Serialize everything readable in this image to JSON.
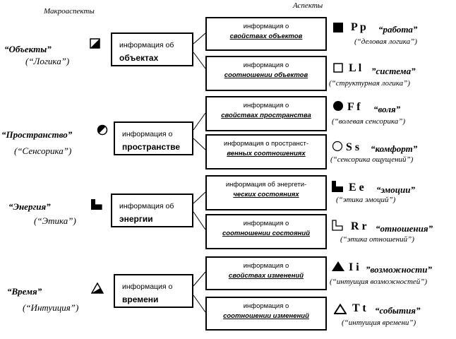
{
  "headers": {
    "macro": "Макроаспекты",
    "aspects": "Аспекты"
  },
  "macro": [
    {
      "name": "“Объекты”",
      "type": "(“Логика”)",
      "icon": "square-half-black-icon",
      "box_l1": "информация об",
      "box_l2": "объектах"
    },
    {
      "name": "“Пространство”",
      "type": "(“Сенсорика”)",
      "icon": "circle-half-black-icon",
      "box_l1": "информация о",
      "box_l2": "пространстве"
    },
    {
      "name": "“Энергия”",
      "type": "(“Этика”)",
      "icon": "l-shape-half-black-icon",
      "box_l1": "информация об",
      "box_l2": "энергии"
    },
    {
      "name": "“Время”",
      "type": "(“Интуиция”)",
      "icon": "triangle-half-black-icon",
      "box_l1": "информация о",
      "box_l2": "времени"
    }
  ],
  "aspects": [
    {
      "l1": "информация о",
      "l2": "свойствах объектов",
      "icon": "filled-square-icon",
      "code": "P p",
      "name": "“работа”",
      "type": "(“деловая логика”)"
    },
    {
      "l1": "информация о",
      "l2": "соотношении объектов",
      "icon": "outline-square-icon",
      "code": "L l",
      "name": "”система”",
      "type": "(“структурная логика”)"
    },
    {
      "l1": "информация о",
      "l2": "свойствах пространства",
      "icon": "filled-circle-icon",
      "code": "F f",
      "name": "“воля”",
      "type": "(“волевая сенсорика”)"
    },
    {
      "l1": "информация о пространст-",
      "l2": "венных соотношениях",
      "icon": "outline-circle-icon",
      "code": "S s",
      "name": "“комфорт”",
      "type": "(“сенсорика ощущений”)"
    },
    {
      "l1": "информация об энергети-",
      "l2": "ческих состояниях",
      "icon": "filled-l-shape-icon",
      "code": "E e",
      "name": "“эмоции”",
      "type": "(“этика эмоций”)"
    },
    {
      "l1": "информация о",
      "l2": "соотношении состояний",
      "icon": "outline-l-shape-icon",
      "code": "R r",
      "name": "“отношения”",
      "type": "(“этика отношений”)"
    },
    {
      "l1": "информация о",
      "l2": "свойствах изменений",
      "icon": "filled-triangle-icon",
      "code": "I i",
      "name": "”возможности”",
      "type": "(“интуиция возможностей”)"
    },
    {
      "l1": "информация о",
      "l2": "соотношении изменений",
      "icon": "outline-triangle-icon",
      "code": "T t",
      "name": "“события”",
      "type": "(“интуиция времени”)"
    }
  ]
}
